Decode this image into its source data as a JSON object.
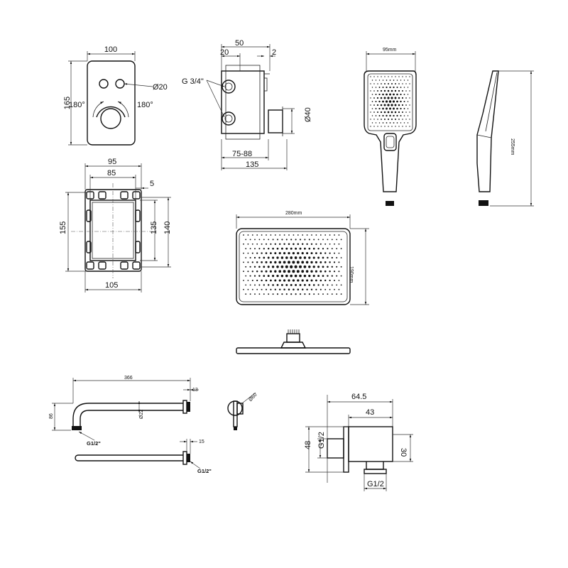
{
  "mixer_front": {
    "width": "100",
    "height": "165",
    "button_dia": "Ø20",
    "angle_left": "180°",
    "angle_right": "180°"
  },
  "mixer_side": {
    "depth": "50",
    "inset": "20",
    "offset": "2",
    "thread": "G 3/4\"",
    "knob_dia": "Ø40",
    "range": "75-88",
    "total": "135"
  },
  "mount_frame": {
    "outer_w": "95",
    "inner_w": "85",
    "edge": "5",
    "outer_h": "155",
    "h1": "135",
    "h2": "140",
    "bottom_w": "105"
  },
  "hand_shower": {
    "width": "95mm",
    "length": "255mm"
  },
  "rain_shower": {
    "width": "280mm",
    "depth": "190mm"
  },
  "shower_arm": {
    "length": "366",
    "flange": "13",
    "rise": "86",
    "tube": "Ø22",
    "thread": "G1/2\"",
    "flange2": "15",
    "thread2": "G1/2\""
  },
  "arm_flange": {
    "dia": "Ø60"
  },
  "wall_outlet": {
    "total": "64.5",
    "depth": "43",
    "height": "48",
    "body": "30",
    "thread_side": "G1/2",
    "thread_bottom": "G1/2"
  }
}
